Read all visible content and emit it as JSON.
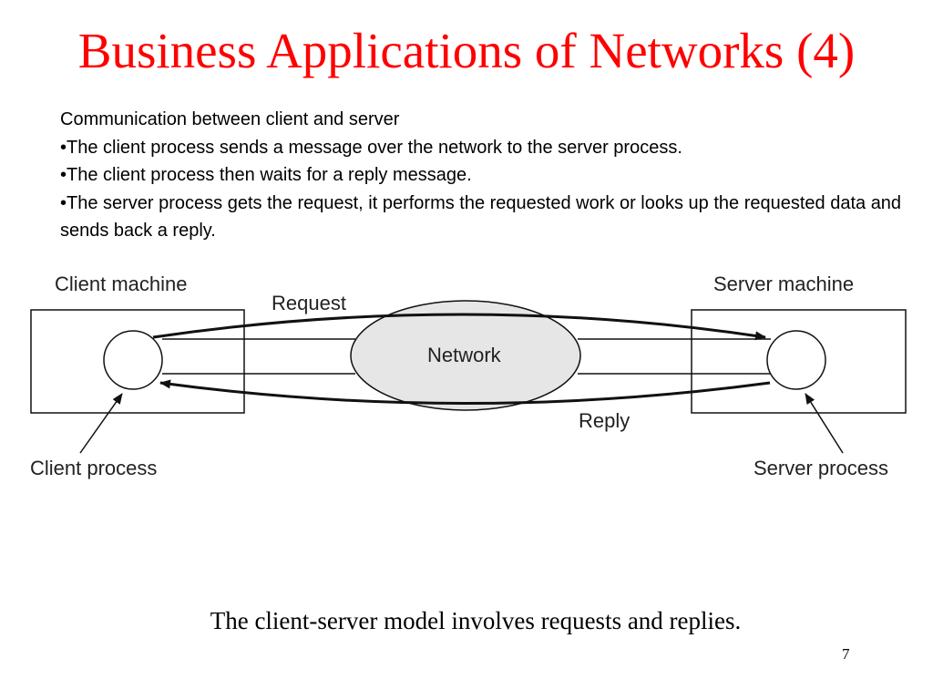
{
  "slide": {
    "title": "Business Applications of Networks (4)",
    "caption": "The client-server model involves requests and replies.",
    "page_number": "7"
  },
  "text": {
    "heading": "Communication between client and server",
    "bullets": [
      "•The client process sends a message over the network to the server process.",
      "•The client process then waits for a reply message.",
      "•The server process gets the request, it performs the requested work or looks up the requested data and sends back a reply."
    ]
  },
  "diagram": {
    "labels": {
      "client_machine": "Client machine",
      "server_machine": "Server machine",
      "network": "Network",
      "request": "Request",
      "reply": "Reply",
      "client_process": "Client process",
      "server_process": "Server process"
    },
    "colors": {
      "network_fill": "#e6e6e6",
      "stroke": "#111111",
      "title": "#ff0000"
    }
  }
}
